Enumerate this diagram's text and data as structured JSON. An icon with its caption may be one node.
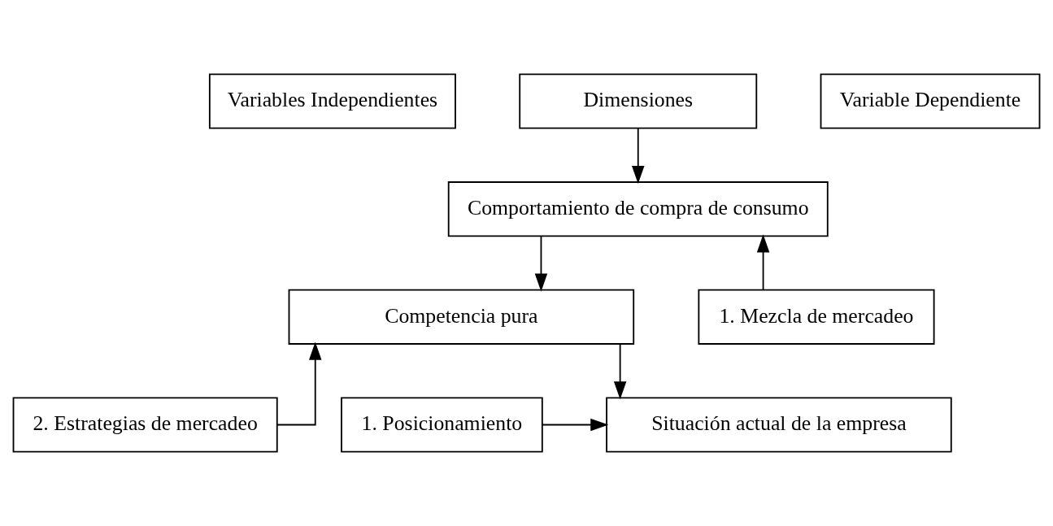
{
  "diagram": {
    "nodes": [
      {
        "text": [
          "Variables Independientes"
        ]
      },
      {
        "text": [
          "Dimensiones"
        ]
      },
      {
        "text": [
          "Variable Dependiente"
        ]
      },
      {
        "text": [
          "Comportamiento de compra de consumo"
        ]
      },
      {
        "text": [
          "1. Mezcla de mercadeo"
        ]
      },
      {
        "text": [
          "Competencia pura"
        ]
      },
      {
        "text": [
          "2. Estrategias de mercadeo"
        ]
      },
      {
        "text": [
          "Situación actual de la empresa"
        ]
      },
      {
        "text": [
          "1. Posicionamiento"
        ]
      }
    ],
    "edges": [
      {
        "from": 1,
        "to": 3,
        "arrow": "to"
      },
      {
        "from": 4,
        "to": 3,
        "arrow": "to"
      },
      {
        "from": 3,
        "to": 5,
        "arrow": "to"
      },
      {
        "from": 6,
        "to": 5,
        "arrow": "to"
      },
      {
        "from": 5,
        "to": 7,
        "arrow": "to"
      },
      {
        "from": 8,
        "to": 7,
        "arrow": "to"
      }
    ]
  }
}
